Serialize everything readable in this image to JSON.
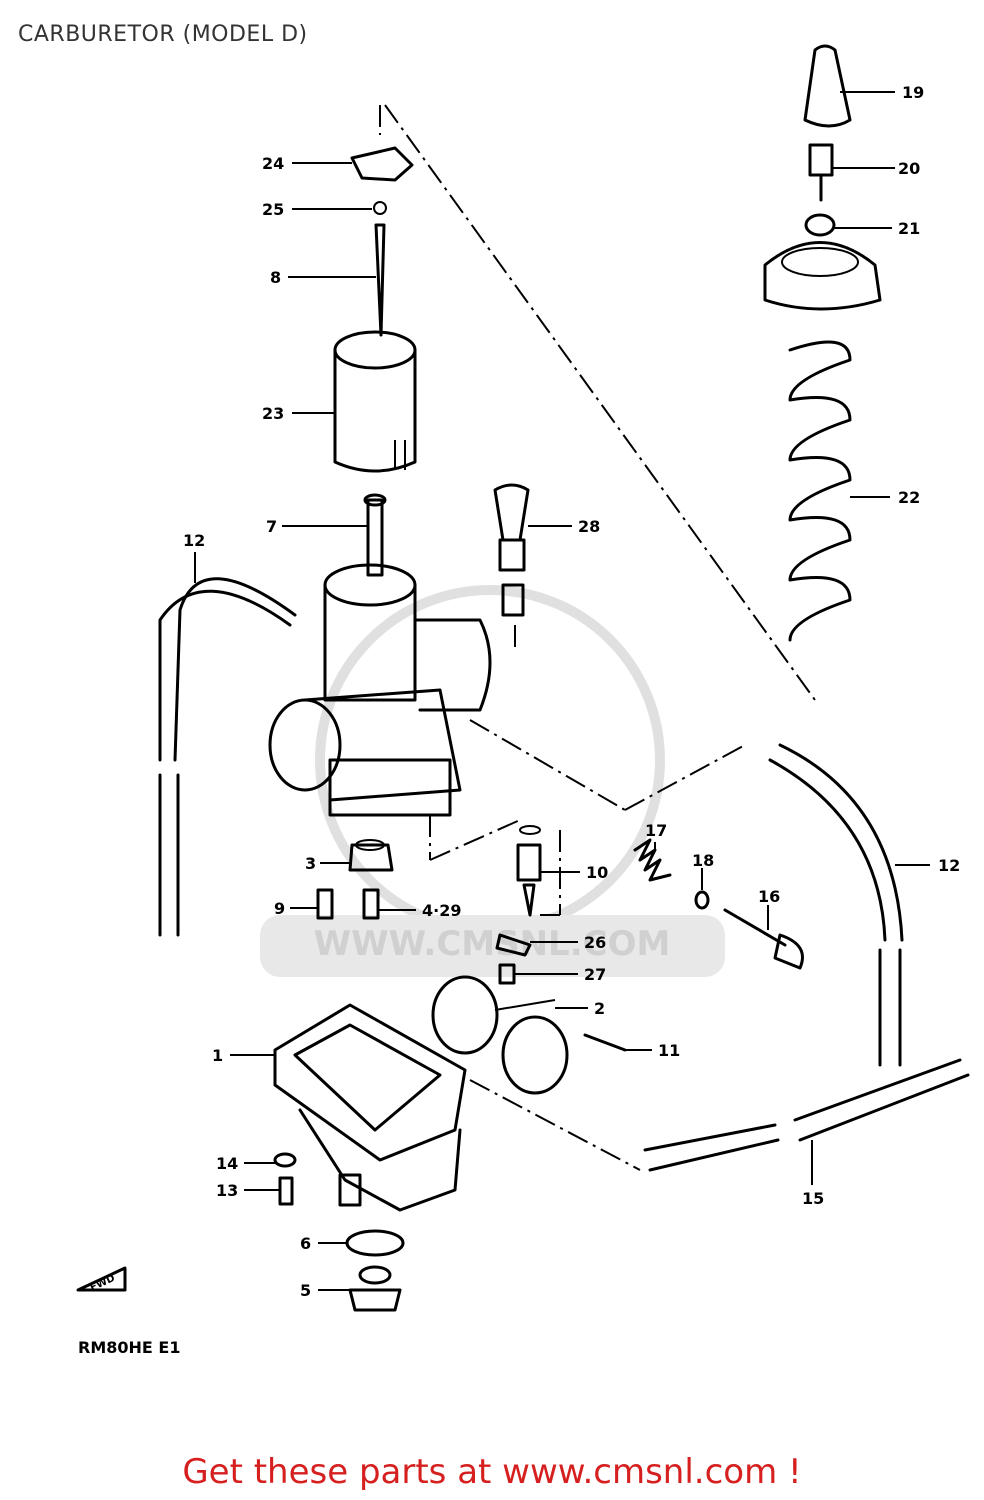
{
  "page": {
    "title": "CARBURETOR (MODEL D)",
    "footer_link": "Get these parts at www.cmsnl.com !",
    "drawing_code": "RM80HE E1",
    "fwd_marker": "FWD",
    "watermark": "WWW.CMSNL.COM"
  },
  "callouts": {
    "c19": "19",
    "c20": "20",
    "c21": "21",
    "c22": "22",
    "c24": "24",
    "c25": "25",
    "c8": "8",
    "c23": "23",
    "c7": "7",
    "c28": "28",
    "c12a": "12",
    "c12b": "12",
    "c17": "17",
    "c18": "18",
    "c16": "16",
    "c3": "3",
    "c10": "10",
    "c9": "9",
    "c4_29": "4·29",
    "c26": "26",
    "c27": "27",
    "c2": "2",
    "c11": "11",
    "c1": "1",
    "c14": "14",
    "c13": "13",
    "c15": "15",
    "c6": "6",
    "c5": "5"
  },
  "colors": {
    "footer": "#d62020",
    "lines": "#000000",
    "watermark": "#cccccc"
  }
}
